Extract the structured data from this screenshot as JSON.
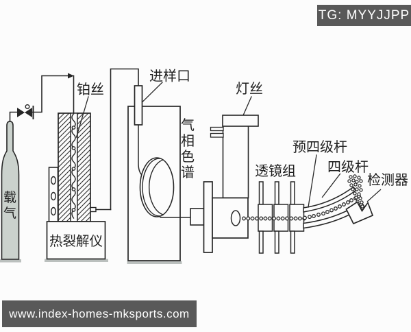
{
  "watermarks": {
    "top_badge": "TG: MYYJJPP",
    "bottom_url": "www.index-homes-mksports.com"
  },
  "diagram": {
    "labels": {
      "carrier_gas": "载气",
      "carrier_gas_chars": [
        "载",
        "气"
      ],
      "platinum_wire": "铂丝",
      "pyrolyzer": "热裂解仪",
      "injection_port": "进样口",
      "gas_chromatograph": "气相色谱",
      "gc_chars": [
        "气",
        "相",
        "色",
        "谱"
      ],
      "filament": "灯丝",
      "lens_group": "透镜组",
      "pre_quadrupole": "预四级杆",
      "quadrupole": "四级杆",
      "detector": "检测器"
    },
    "colors": {
      "line": "#262626",
      "cylinder_fill": "#cbd2cd",
      "badge_bg": "#595959",
      "badge_text": "#ffffff",
      "shadow": "#a6acaa",
      "background": "#fcfcfc"
    }
  }
}
